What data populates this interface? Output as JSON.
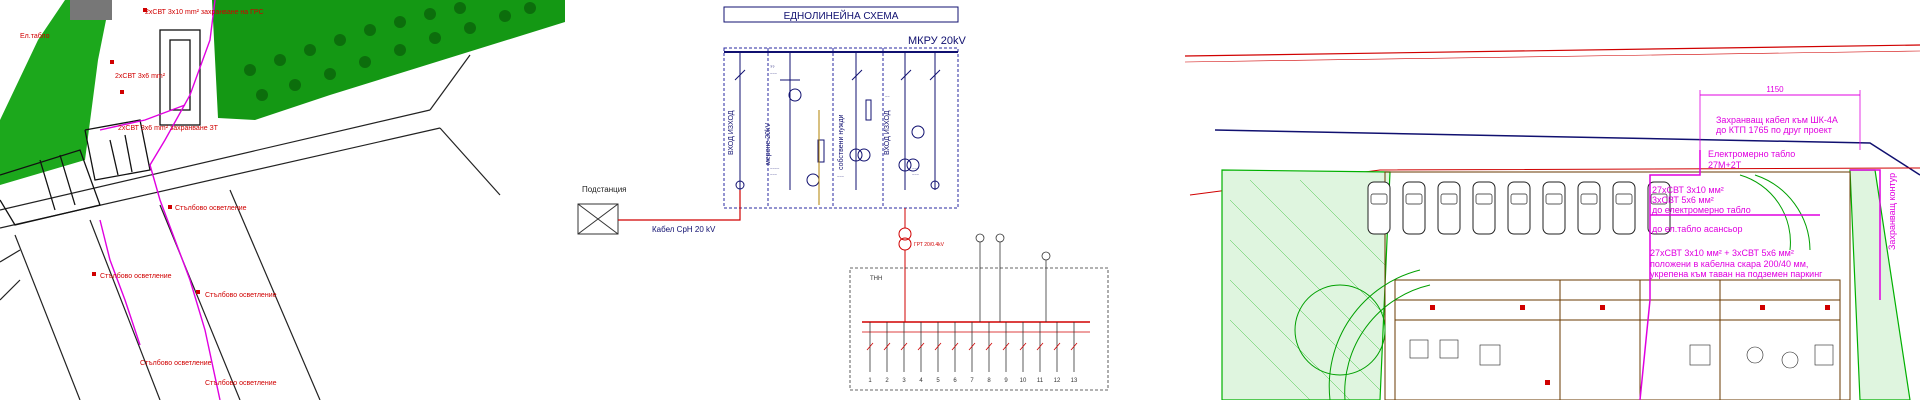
{
  "left_plan": {
    "notes": [
      "Ел.табло",
      "2xСВТ 3x10 mm² захранване на ГРС",
      "2xСВТ 3x6 mm²",
      "2xСВТ 3x6 mm² захранване ЗТ",
      "Стълбово осветление",
      "Стълбово осветление",
      "Стълбово осветление",
      "Стълбово осветление",
      "Стълбово осветление"
    ]
  },
  "center_diagram": {
    "title": "ЕДНОЛИНЕЙНА СХЕМА",
    "panel_label": "МКРУ 20kV",
    "substation_label": "Подстанция",
    "cable_label": "Кабел СрН 20 kV",
    "cell_labels": [
      "ВХОД ИЗХОД",
      "мерене 20kV",
      "собствени нужди",
      "ВХОД ИЗХОД"
    ],
    "lv_panel_label": "ТНН",
    "lv_note": "ГРТ 20/0.4kV",
    "circuits": [
      "1",
      "2",
      "3",
      "4",
      "5",
      "6",
      "7",
      "8",
      "9",
      "10",
      "11",
      "12",
      "13"
    ]
  },
  "right_plan": {
    "dimension": "1150",
    "callouts": [
      "Захранващ кабел към ШК-4А",
      "до КТП 1765 по друг проект",
      "Електромерно табло",
      "27М+2Т",
      "27хСВТ 3х10 мм²",
      "3хСВТ 5х6 мм²",
      "до електромерно табло",
      "до ел.табло асансьор",
      "27хСВТ 3х10 мм² + 3хСВТ 5х6 мм²",
      "положени в кабелна скара 200/40 мм,",
      "укрепена към таван на подземен паркинг"
    ],
    "vertical_label": "Захранващ контур",
    "car_count": 9
  },
  "colors": {
    "magenta": "#e000e0",
    "green": "#00b000",
    "red": "#d00000",
    "navy": "#101070",
    "dark": "#202020"
  }
}
